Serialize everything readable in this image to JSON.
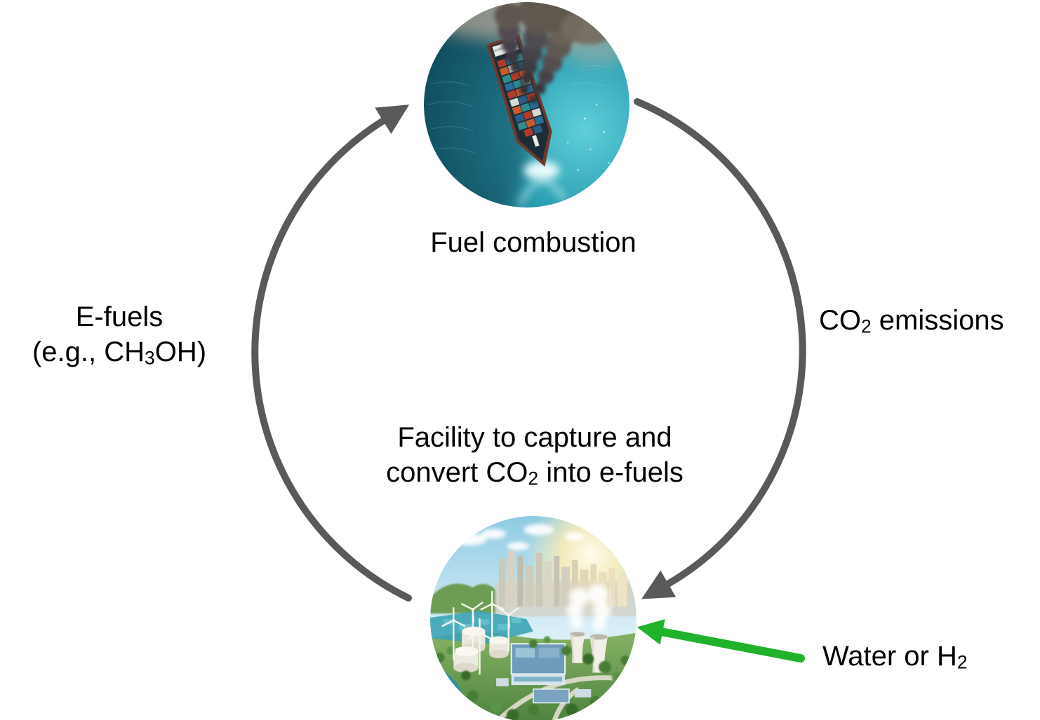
{
  "diagram": {
    "background": "#ffffff",
    "colors": {
      "cycle_arrow_gray": "#595959",
      "input_arrow_green": "#20b22b",
      "text": "#000000"
    },
    "top_node": {
      "image": "container-ship-emitting-smoke",
      "label": "Fuel combustion"
    },
    "bottom_node": {
      "image": "carbon-capture-facility-cityscape",
      "label_line1": "Facility to capture and",
      "label_line2_pre": "convert CO",
      "label_line2_sub": "2",
      "label_line2_post": " into e-fuels"
    },
    "left_arrow_label": {
      "line1": "E-fuels",
      "line2_pre": "(e.g., CH",
      "line2_sub": "3",
      "line2_post": "OH)"
    },
    "right_arrow_label": {
      "pre": "CO",
      "sub": "2",
      "post": " emissions"
    },
    "input_arrow_label": {
      "pre": "Water or H",
      "sub": "2",
      "post": ""
    }
  }
}
